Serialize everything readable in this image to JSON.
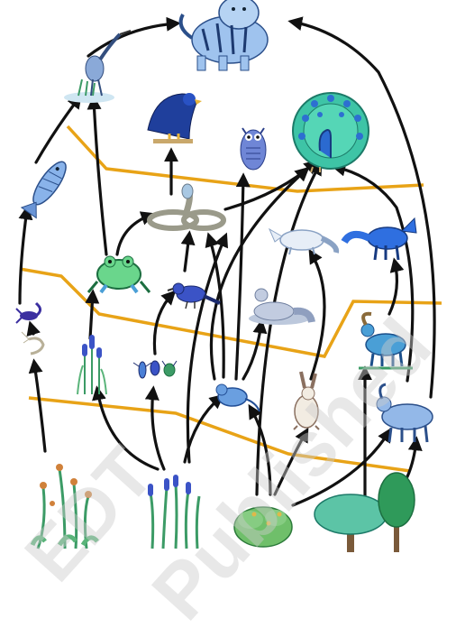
{
  "watermark": {
    "text_a": "EDT",
    "text_b": "Published"
  },
  "colors": {
    "arrow": "#111111",
    "boundary_line": "#e8a317",
    "blue_animal": "#4a7fd6",
    "plant_green": "#3c9b66",
    "snake": "#9a9a8a"
  },
  "organisms": [
    {
      "id": "tiger",
      "icon": "tiger-icon"
    },
    {
      "id": "heron",
      "icon": "heron-icon"
    },
    {
      "id": "eagle",
      "icon": "eagle-icon"
    },
    {
      "id": "owl",
      "icon": "owl-icon"
    },
    {
      "id": "peacock",
      "icon": "peacock-icon"
    },
    {
      "id": "fish",
      "icon": "fish-icon"
    },
    {
      "id": "snake",
      "icon": "snake-icon"
    },
    {
      "id": "arctic-fox",
      "icon": "arctic-fox-icon"
    },
    {
      "id": "fox",
      "icon": "fox-icon"
    },
    {
      "id": "frog",
      "icon": "frog-icon"
    },
    {
      "id": "bird",
      "icon": "bird-icon"
    },
    {
      "id": "mongoose",
      "icon": "mongoose-icon"
    },
    {
      "id": "scorpion",
      "icon": "scorpion-icon"
    },
    {
      "id": "shrimp",
      "icon": "shrimp-icon"
    },
    {
      "id": "cattail",
      "icon": "cattail-icon"
    },
    {
      "id": "insects",
      "icon": "insects-icon"
    },
    {
      "id": "ibex",
      "icon": "ibex-icon"
    },
    {
      "id": "mouse",
      "icon": "mouse-icon"
    },
    {
      "id": "rabbit",
      "icon": "rabbit-icon"
    },
    {
      "id": "goat",
      "icon": "goat-icon"
    },
    {
      "id": "flowering-plant",
      "icon": "flowering-plant-icon"
    },
    {
      "id": "grass",
      "icon": "grass-icon"
    },
    {
      "id": "shrub",
      "icon": "shrub-icon"
    },
    {
      "id": "trees",
      "icon": "trees-icon"
    }
  ],
  "links": [
    [
      "flowering-plant",
      "shrimp"
    ],
    [
      "shrimp",
      "scorpion"
    ],
    [
      "scorpion",
      "fish"
    ],
    [
      "fish",
      "heron"
    ],
    [
      "heron",
      "tiger"
    ],
    [
      "grass",
      "cattail"
    ],
    [
      "grass",
      "insects"
    ],
    [
      "grass",
      "mouse"
    ],
    [
      "grass",
      "snake"
    ],
    [
      "cattail",
      "frog"
    ],
    [
      "frog",
      "heron"
    ],
    [
      "frog",
      "snake"
    ],
    [
      "insects",
      "bird"
    ],
    [
      "bird",
      "snake"
    ],
    [
      "snake",
      "eagle"
    ],
    [
      "snake",
      "peacock"
    ],
    [
      "shrub",
      "mouse"
    ],
    [
      "shrub",
      "rabbit"
    ],
    [
      "shrub",
      "peacock"
    ],
    [
      "shrub",
      "goat"
    ],
    [
      "mouse",
      "owl"
    ],
    [
      "mouse",
      "snake"
    ],
    [
      "mouse",
      "mongoose"
    ],
    [
      "mouse",
      "peacock"
    ],
    [
      "rabbit",
      "arctic-fox"
    ],
    [
      "ibex",
      "fox"
    ],
    [
      "trees",
      "ibex"
    ],
    [
      "trees",
      "goat"
    ],
    [
      "goat",
      "tiger"
    ],
    [
      "goat",
      "peacock"
    ]
  ]
}
